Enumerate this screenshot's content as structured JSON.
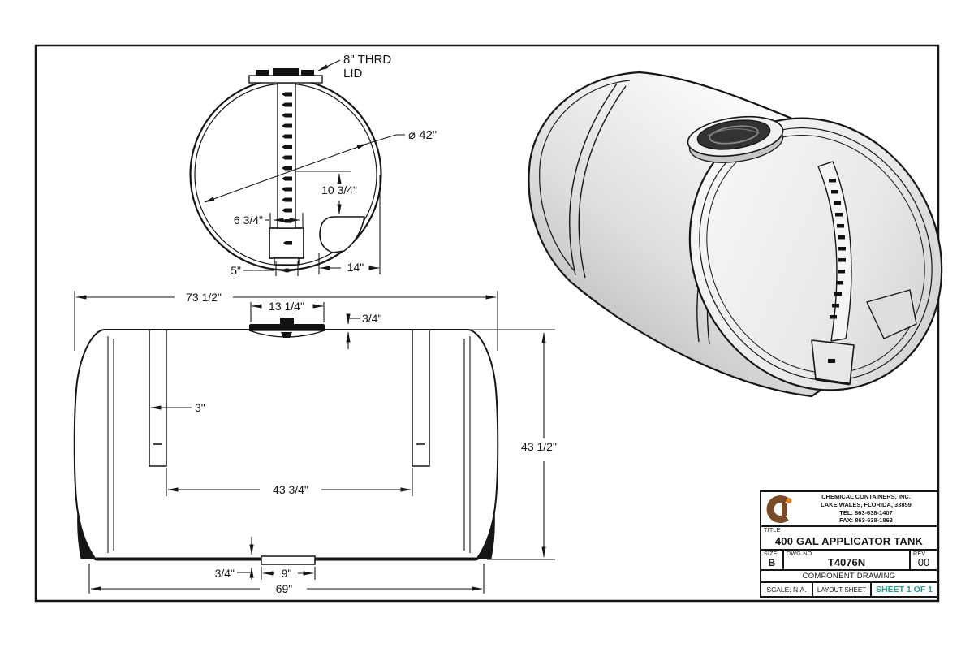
{
  "front_view": {
    "lid_label_1": "8\" THRD",
    "lid_label_2": "LID",
    "dim_diameter": "⌀ 42\"",
    "dim_center_to_step": "10 3/4\"",
    "dim_sump_width": "6 3/4\"",
    "dim_drain_width": "5\"",
    "dim_step_offset": "14\""
  },
  "side_view": {
    "dim_overall_length": "73 1/2\"",
    "dim_lid_width": "13 1/4\"",
    "dim_lid_height": "3/4\"",
    "dim_band_width": "3\"",
    "dim_band_spacing": "43 3/4\"",
    "dim_overall_height": "43 1/2\"",
    "dim_sump_depth": "3/4\"",
    "dim_sump_width": "9\"",
    "dim_base_length": "69\""
  },
  "title_block": {
    "company": {
      "name": "CHEMICAL CONTAINERS, INC.",
      "address": "LAKE WALES, FLORIDA, 33859",
      "tel": "TEL: 863-638-1407",
      "fax": "FAX: 863-638-1863"
    },
    "title_label": "TITLE",
    "title": "400 GAL APPLICATOR TANK",
    "size_label": "SIZE",
    "size": "B",
    "dwg_label": "DWG NO",
    "dwg_no": "T4076N",
    "rev_label": "REV",
    "rev": "00",
    "drawing_type": "COMPONENT DRAWING",
    "scale": "SCALE: N.A.",
    "layout": "LAYOUT SHEET",
    "sheet": "SHEET 1 OF 1"
  },
  "colors": {
    "line": "#161616",
    "sheet_teal": "#2e9a94",
    "logo_brown": "#7a4b2a",
    "logo_orange": "#e8821e"
  }
}
